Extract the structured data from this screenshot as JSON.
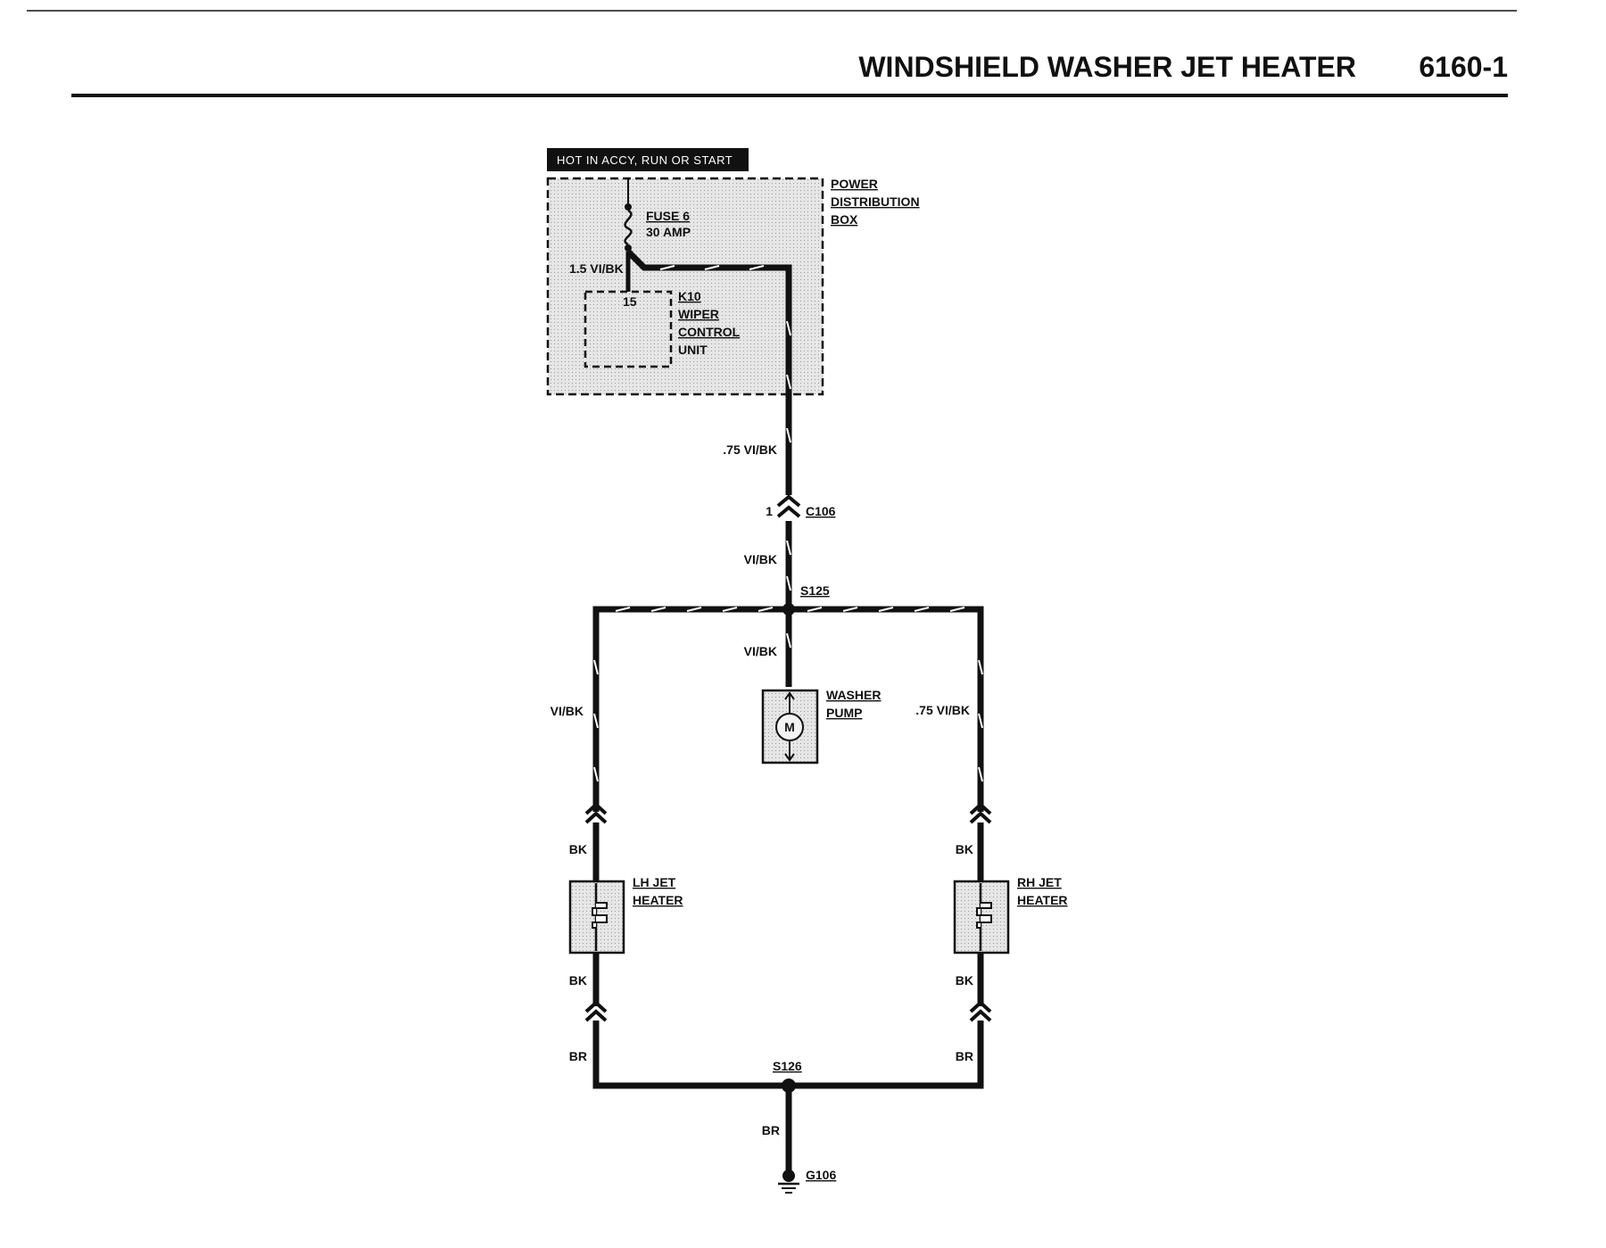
{
  "header": {
    "title": "WINDSHIELD WASHER JET HEATER",
    "page_number": "6160-1"
  },
  "power_banner": "HOT IN ACCY, RUN OR START",
  "power_distribution_box": [
    "POWER",
    "DISTRIBUTION",
    "BOX"
  ],
  "fuse": {
    "name": "FUSE 6",
    "rating": "30 AMP"
  },
  "fuse_wire": "1.5 VI/BK",
  "control_unit": {
    "pin": "15",
    "label": [
      "K10",
      "WIPER",
      "CONTROL",
      "UNIT"
    ]
  },
  "wires": {
    "main": ".75 VI/BK",
    "after_c106": "VI/BK",
    "to_pump": "VI/BK",
    "left_branch": "VI/BK",
    "right_branch": ".75 VI/BK",
    "lh_above": "BK",
    "lh_below": "BK",
    "lh_bottom": "BR",
    "rh_above": "BK",
    "rh_below": "BK",
    "rh_bottom": "BR",
    "ground": "BR"
  },
  "connector": {
    "pin": "1",
    "name": "C106"
  },
  "splices": {
    "top": "S125",
    "bottom": "S126"
  },
  "washer_pump": {
    "label": [
      "WASHER",
      "PUMP"
    ],
    "symbol": "M"
  },
  "lh_heater": {
    "label": [
      "LH JET",
      "HEATER"
    ]
  },
  "rh_heater": {
    "label": [
      "RH JET",
      "HEATER"
    ]
  },
  "ground": {
    "name": "G106"
  }
}
